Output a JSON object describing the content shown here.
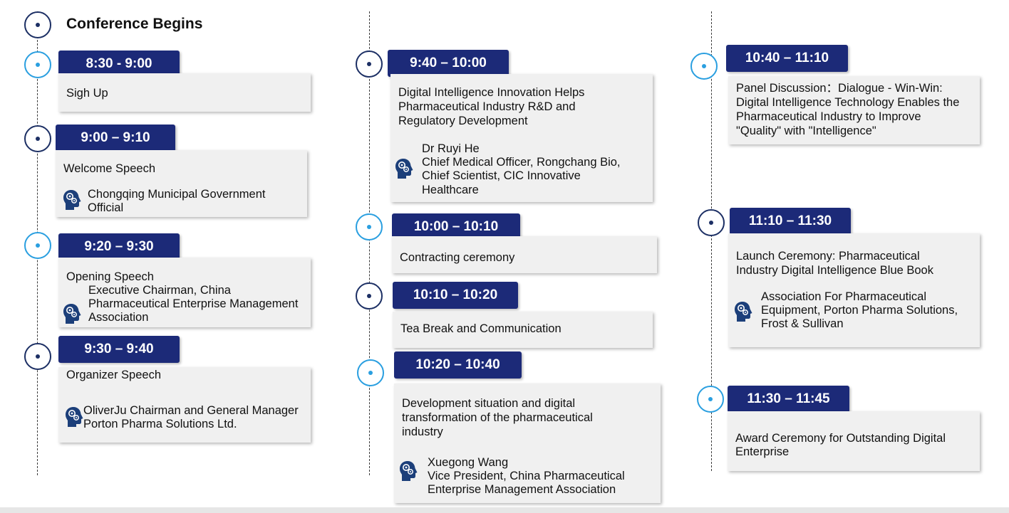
{
  "header": {
    "title": "Conference Begins"
  },
  "columns": [
    {
      "items": [
        {
          "time": "8:30 - 9:00",
          "title": "Sigh Up",
          "speakers": []
        },
        {
          "time": "9:00 – 9:10",
          "title": "Welcome Speech",
          "speakers": [
            "Chongqing Municipal Government",
            "Official"
          ]
        },
        {
          "time": "9:20 – 9:30",
          "title": "Opening Speech",
          "speakers": [
            "Executive Chairman, China",
            "Pharmaceutical Enterprise Management",
            "Association"
          ]
        },
        {
          "time": "9:30 – 9:40",
          "title": "Organizer Speech",
          "speakers": [
            "OliverJu Chairman and General Manager",
            "Porton Pharma Solutions Ltd."
          ]
        }
      ]
    },
    {
      "items": [
        {
          "time": "9:40 – 10:00",
          "title": [
            "Digital Intelligence Innovation Helps",
            "Pharmaceutical Industry R&D and",
            "Regulatory Development"
          ],
          "speakers": [
            "Dr Ruyi He",
            "Chief Medical Officer, Rongchang Bio,",
            "Chief Scientist, CIC Innovative",
            "Healthcare"
          ]
        },
        {
          "time": "10:00 – 10:10",
          "title": "Contracting ceremony",
          "speakers": []
        },
        {
          "time": "10:10 – 10:20",
          "title": "Tea Break and Communication",
          "speakers": []
        },
        {
          "time": "10:20 – 10:40",
          "title": [
            "Development situation and digital",
            "transformation of the pharmaceutical",
            "industry"
          ],
          "speakers": [
            "Xuegong Wang",
            "Vice President, China Pharmaceutical",
            "Enterprise Management Association"
          ]
        }
      ]
    },
    {
      "items": [
        {
          "time": "10:40 – 11:10",
          "title": [
            "Panel Discussion：Dialogue - Win-Win:",
            "Digital Intelligence Technology Enables the",
            "Pharmaceutical Industry to Improve",
            "\"Quality\" with \"Intelligence\""
          ],
          "speakers": []
        },
        {
          "time": "11:10 – 11:30",
          "title": [
            "Launch Ceremony: Pharmaceutical",
            "Industry Digital Intelligence Blue Book"
          ],
          "speakers": [
            "Association For Pharmaceutical",
            "Equipment, Porton Pharma Solutions,",
            "Frost & Sullivan"
          ]
        },
        {
          "time": "11:30 – 11:45",
          "title": [
            "Award Ceremony for Outstanding Digital",
            "Enterprise"
          ],
          "speakers": []
        }
      ]
    }
  ],
  "icons": {
    "speaker": "head-gears-icon",
    "marker": "timeline-dot-icon"
  },
  "colors": {
    "time_badge": "#1c2a78",
    "marker_dark": "#1c2f64",
    "marker_light": "#2a9fe0",
    "card": "#f0f0f0"
  }
}
